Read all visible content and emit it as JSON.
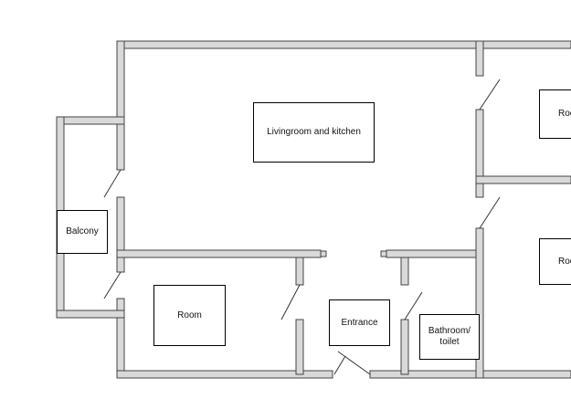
{
  "rooms": {
    "living": "Livingroom and kitchen",
    "balcony": "Balcony",
    "room": "Room",
    "entrance": "Entrance",
    "bathroom": "Bathroom/\ntoilet",
    "room_top_right": "Roo",
    "room_mid_right": "Roo"
  },
  "colors": {
    "wall_fill": "#d9d9d9",
    "wall_stroke": "#444444",
    "door_stroke": "#333333",
    "label_border": "#000000"
  }
}
